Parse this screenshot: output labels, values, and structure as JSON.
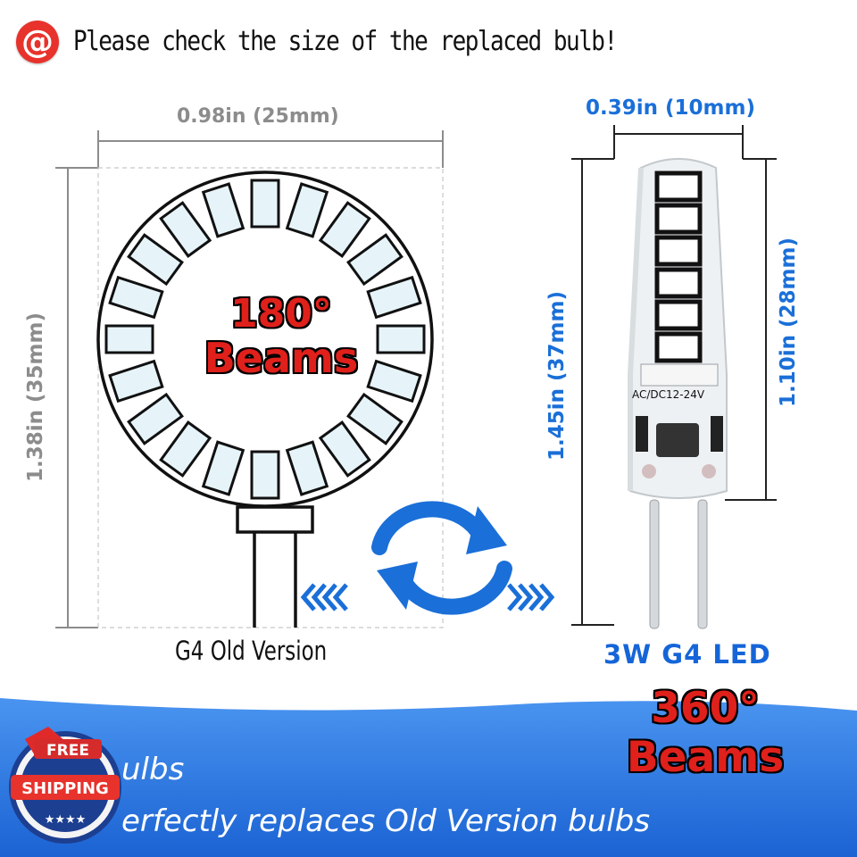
{
  "header": {
    "icon": "at-sign-icon",
    "icon_glyph": "@",
    "text": "Please check the size of the replaced bulb!"
  },
  "old_bulb": {
    "width_label": "0.98in (25mm)",
    "height_label": "1.38in (35mm)",
    "beams_line1": "180°",
    "beams_line2": "Beams",
    "caption": "G4 Old Version"
  },
  "new_bulb": {
    "width_label": "0.39in (10mm)",
    "total_height_label": "1.45in (37mm)",
    "body_height_label": "1.10in (28mm)",
    "chip_text": "AC/DC12-24V",
    "title": "3W G4 LED",
    "beams_line1": "360°",
    "beams_line2": "Beams"
  },
  "swap_icon": "refresh-arrows-icon",
  "badge": {
    "line1": "FREE",
    "line2": "SHIPPING",
    "stars": "★★★★"
  },
  "features": [
    "ulbs",
    "erfectly replaces Old Version bulbs"
  ],
  "colors": {
    "accent_blue": "#1a6fd8",
    "beam_red": "#e0201b",
    "band_blue": "#2f80ec"
  }
}
